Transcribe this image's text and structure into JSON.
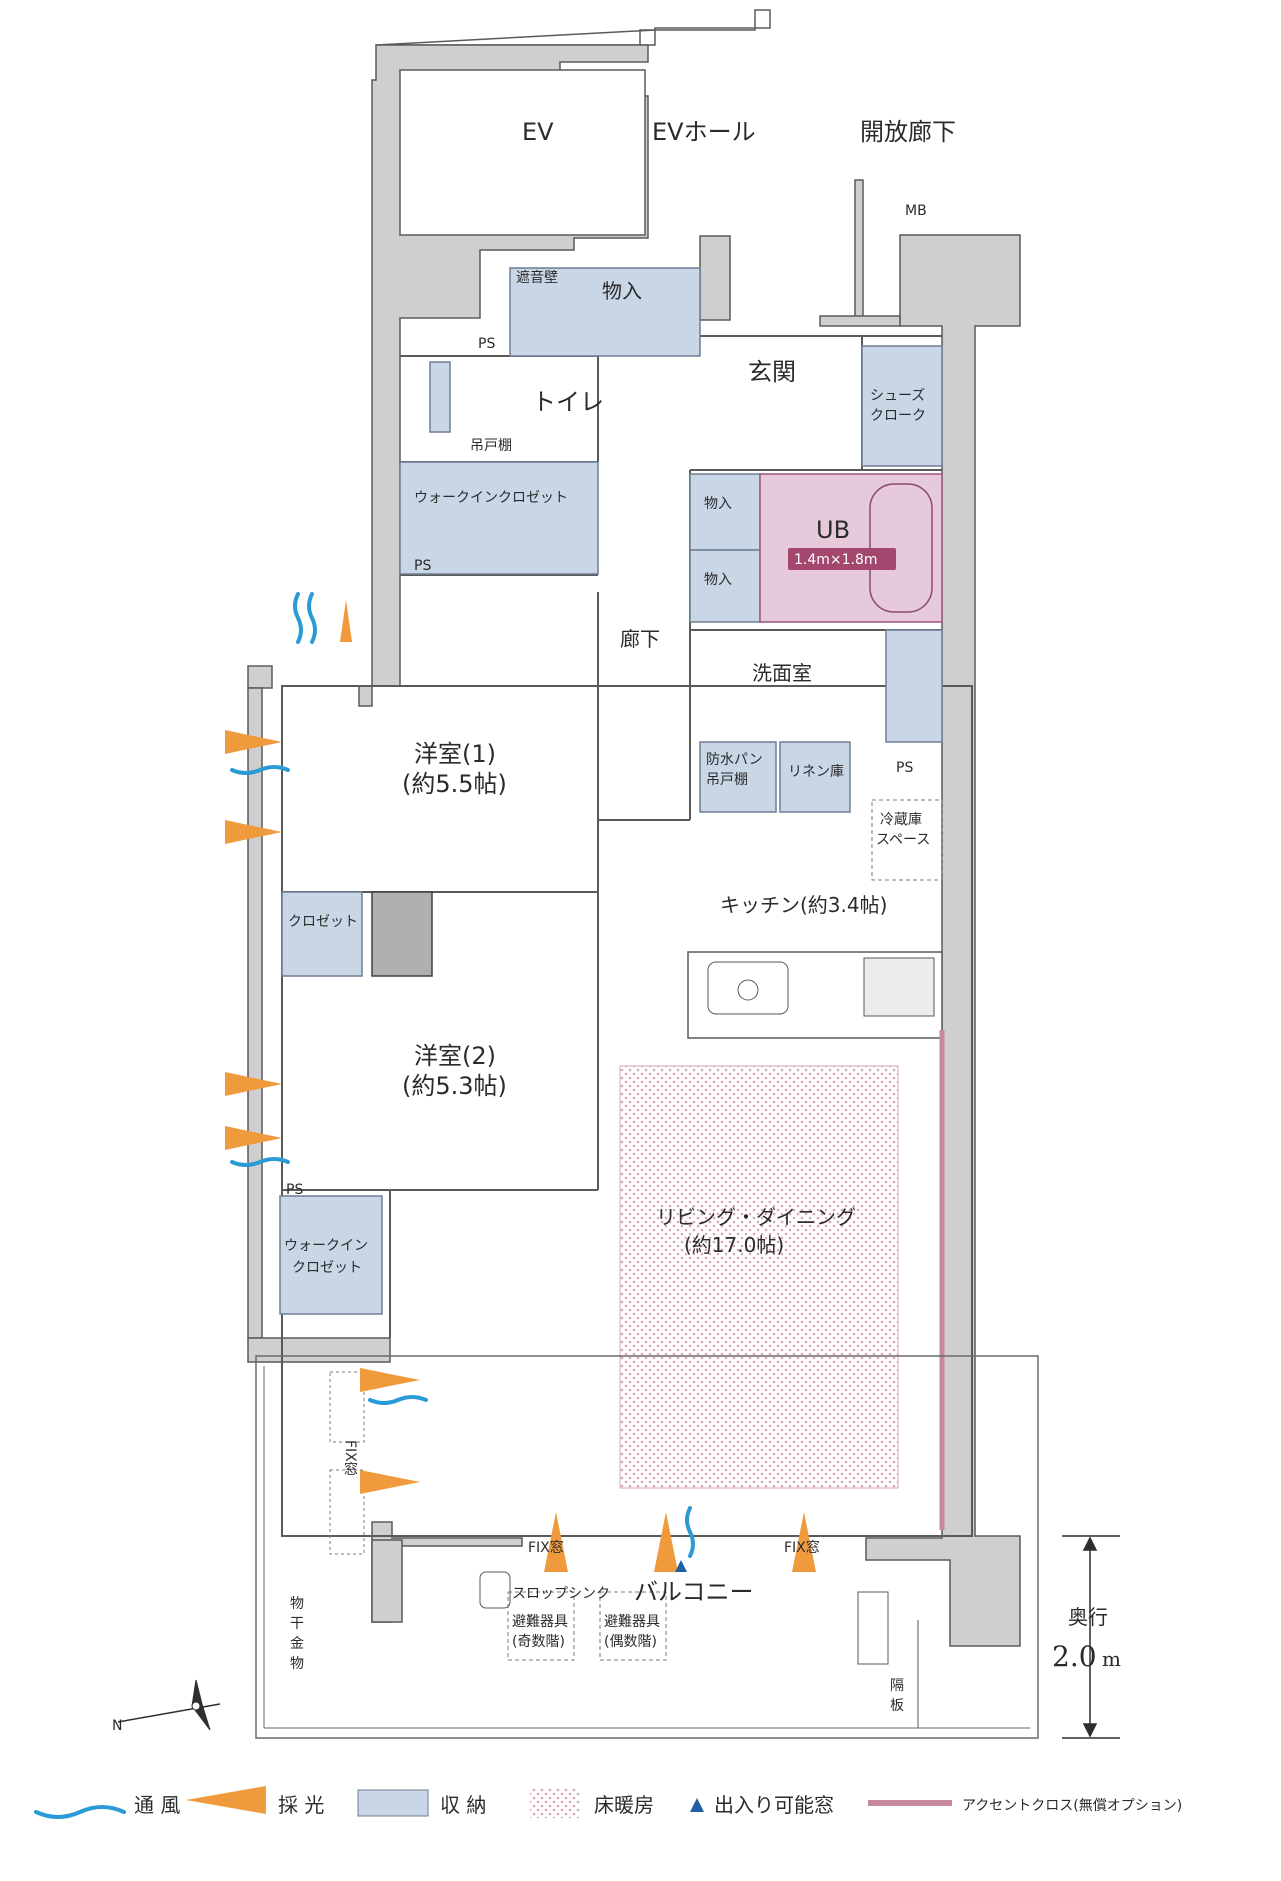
{
  "colors": {
    "wall": "#cfcfcf",
    "wall_stroke": "#5a5a5a",
    "storage": "#c9d6e6",
    "storage_stroke": "#6e7f93",
    "bath": "#e6c9da",
    "bath_stroke": "#a0577d",
    "bath_badge": "#a3476f",
    "floor_heat_dot": "#d9a5bb",
    "accent_cross": "#c7899f",
    "ventilation": "#2a9bd6",
    "daylight": "#ef9a3c",
    "door_triangle": "#1d5fa0"
  },
  "rooms": {
    "ev": "EV",
    "ev_hall": "EVホール",
    "open_corridor": "開放廊下",
    "mb": "MB",
    "soundproof_wall": "遮音壁",
    "storage_top": "物入",
    "ps_top": "PS",
    "entrance": "玄関",
    "shoes_cloak_1": "シューズ",
    "shoes_cloak_2": "クローク",
    "toilet": "トイレ",
    "hanging_shelf_toilet": "吊戸棚",
    "walk_in_closet_1": "ウォークインクロゼット",
    "ps_wic1": "PS",
    "storage_a": "物入",
    "storage_b": "物入",
    "ub": "UB",
    "ub_size": "1.4m×1.8m",
    "corridor": "廊下",
    "washroom": "洗面室",
    "waterproof_pan_1": "防水パン",
    "waterproof_pan_2": "吊戸棚",
    "linen": "リネン庫",
    "ps_wash": "PS",
    "fridge_1": "冷蔵庫",
    "fridge_2": "スペース",
    "room1_name": "洋室(1)",
    "room1_size": "(約5.5帖)",
    "closet": "クロゼット",
    "room2_name": "洋室(2)",
    "room2_size": "(約5.3帖)",
    "kitchen": "キッチン(約3.4帖)",
    "ps_wic2": "PS",
    "wic2_1": "ウォークイン",
    "wic2_2": "クロゼット",
    "living_name": "リビング・ダイニング",
    "living_size": "(約17.0帖)",
    "fix_window_v": "FIX窓",
    "fix_left": "FIX窓",
    "fix_right": "FIX窓",
    "slop_sink": "スロップシンク",
    "balcony": "バルコニー",
    "evac_1a": "避難器具",
    "evac_1b": "(奇数階)",
    "evac_2a": "避難器具",
    "evac_2b": "(偶数階)",
    "drying_1": "物",
    "drying_2": "干",
    "drying_3": "金",
    "drying_4": "物",
    "partition_1": "隔",
    "partition_2": "板",
    "depth_label": "奥行",
    "depth_value": "2.0",
    "depth_unit": "m",
    "north": "N"
  },
  "legend": {
    "ventilation": "通 風",
    "daylight": "採 光",
    "storage": "収 納",
    "floor_heating": "床暖房",
    "door_window": "出入り可能窓",
    "accent_cross": "アクセントクロス(無償オプション)"
  }
}
